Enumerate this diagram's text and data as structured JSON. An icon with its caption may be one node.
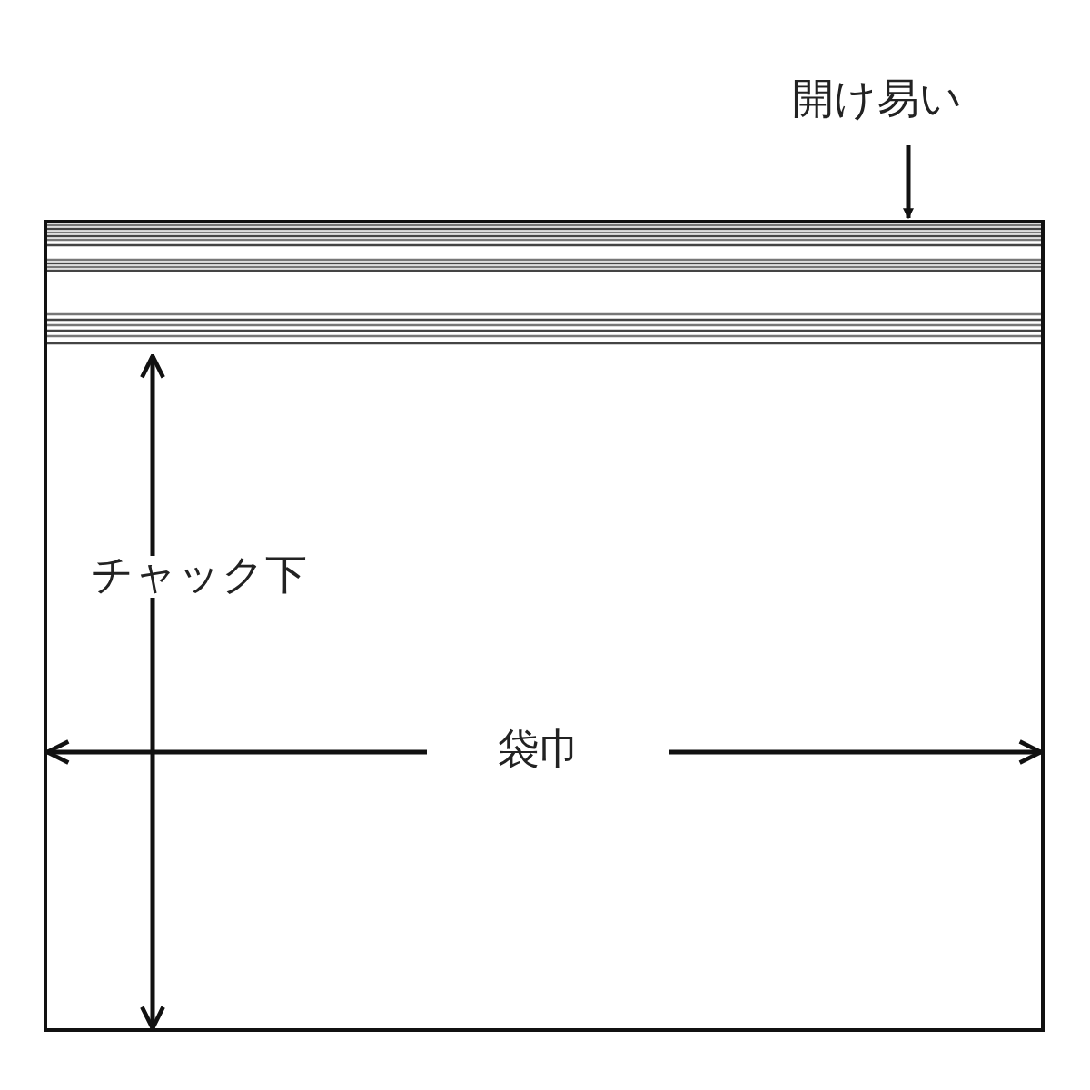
{
  "diagram": {
    "nodes": [
      {
        "text": [],
        "shape": "box"
      },
      {
        "text": [
          "開け易い"
        ]
      }
    ],
    "edges": [
      {
        "from": 1,
        "to": 0,
        "arrow": "to"
      }
    ],
    "labels": [
      "チャック下",
      "袋巾"
    ]
  }
}
